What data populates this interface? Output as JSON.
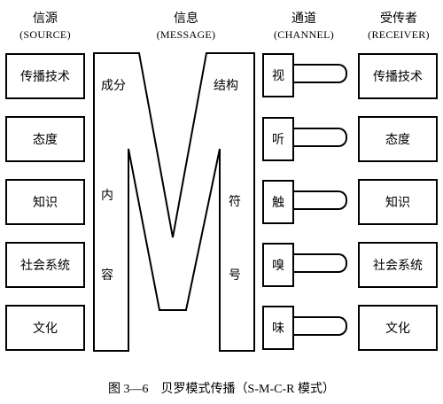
{
  "headers": {
    "source": {
      "title": "信源",
      "en": "(SOURCE)"
    },
    "message": {
      "title": "信息",
      "en": "(MESSAGE)"
    },
    "channel": {
      "title": "通道",
      "en": "(CHANNEL)"
    },
    "receiver": {
      "title": "受传者",
      "en": "(RECEIVER)"
    }
  },
  "source_items": [
    "传播技术",
    "态度",
    "知识",
    "社会系统",
    "文化"
  ],
  "message_labels": {
    "composition": "成分",
    "structure": "结构",
    "content_1": "内",
    "content_2": "容",
    "symbol_1": "符",
    "symbol_2": "号"
  },
  "channel_items": [
    "视",
    "听",
    "触",
    "嗅",
    "味"
  ],
  "receiver_items": [
    "传播技术",
    "态度",
    "知识",
    "社会系统",
    "文化"
  ],
  "caption": "图 3—6　贝罗模式传播（S-M-C-R 模式）"
}
